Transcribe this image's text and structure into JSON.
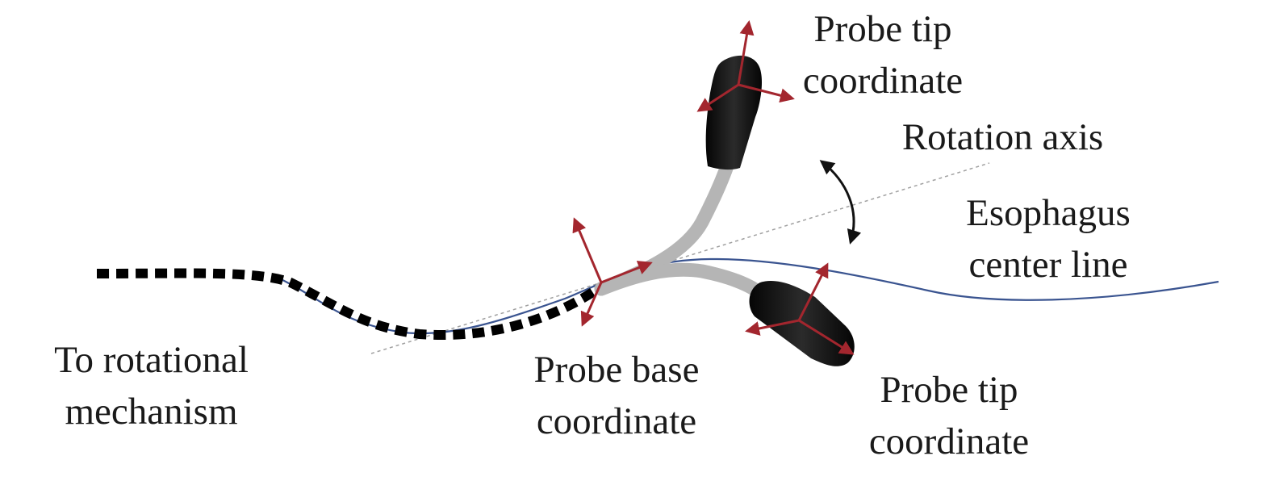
{
  "colors": {
    "axis_arrow": "#a3262e",
    "centerline": "#3a5490",
    "probe_body": "#111111",
    "probe_shaft": "#b5b5b5",
    "tether": "#000000",
    "rotation_axis": "#a0a0a0",
    "text": "#1a1a1a"
  },
  "labels": {
    "probe_tip_top": [
      "Probe tip",
      "coordinate"
    ],
    "rotation_axis": [
      "Rotation axis"
    ],
    "esophagus_center_line": [
      "Esophagus",
      "center line"
    ],
    "to_rotational_mechanism": [
      "To rotational",
      "mechanism"
    ],
    "probe_base": [
      "Probe base",
      "coordinate"
    ],
    "probe_tip_bottom": [
      "Probe tip",
      "coordinate"
    ]
  },
  "icons": {
    "coordinate_frame": "three-red-arrow-axes",
    "rotation": "double-headed-curved-arrow"
  }
}
